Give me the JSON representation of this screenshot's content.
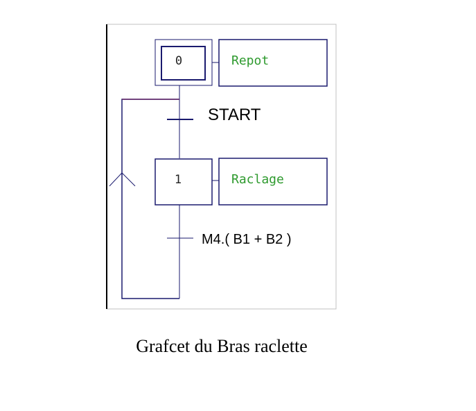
{
  "grafcet": {
    "steps": [
      {
        "number": "0",
        "initial": true,
        "action": "Repot"
      },
      {
        "number": "1",
        "initial": false,
        "action": "Raclage"
      }
    ],
    "transitions": [
      {
        "receptivity": "START"
      },
      {
        "receptivity": "M4.( B1 + B2 )"
      }
    ]
  },
  "caption": "Grafcet du Bras raclette",
  "colors": {
    "line": "#1a1a6e",
    "action_text": "#2e9a2e",
    "frame": "#c0c0c0",
    "loop_line": "#6a2a6a"
  }
}
